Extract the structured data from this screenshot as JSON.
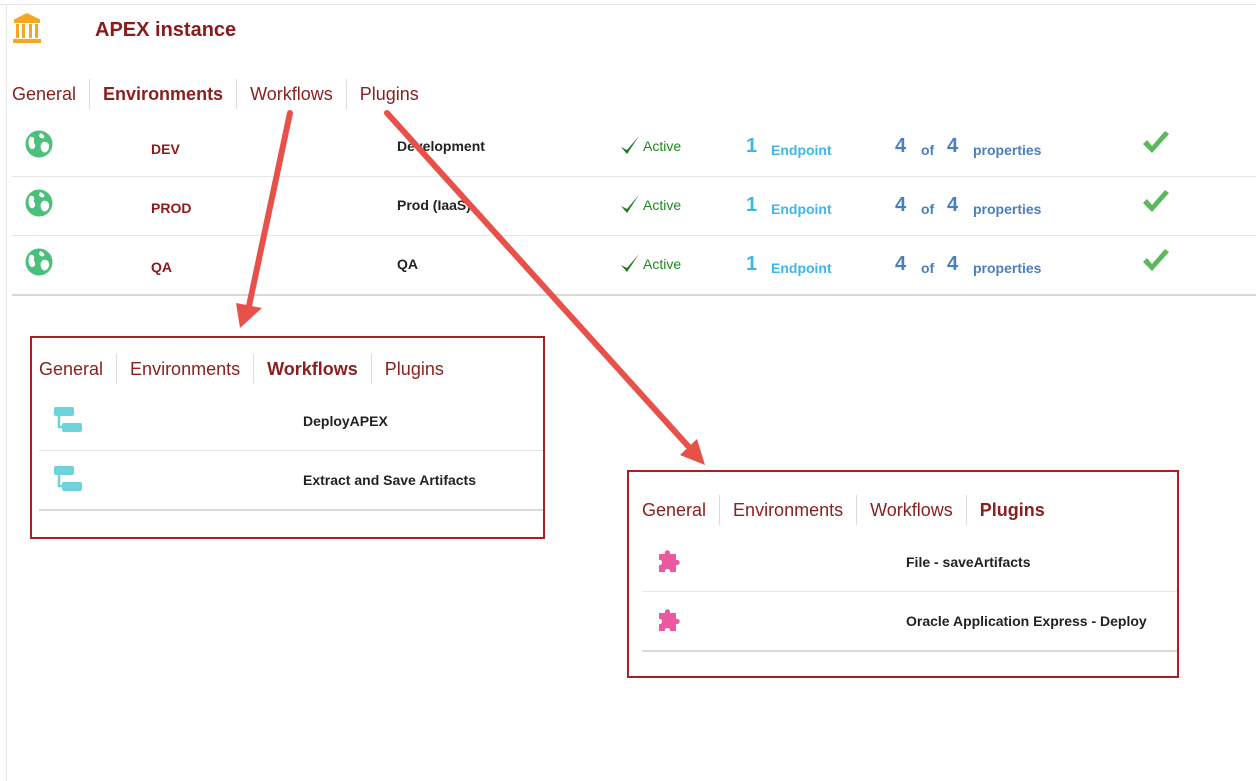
{
  "header": {
    "title": "APEX instance",
    "icon": "bank-building-icon"
  },
  "main_tabs": [
    "General",
    "Environments",
    "Workflows",
    "Plugins"
  ],
  "main_active_tab": "Environments",
  "environments": [
    {
      "name": "DEV",
      "description": "Development",
      "status": "Active",
      "endpoint_count": "1",
      "endpoint_label": "Endpoint",
      "props_configured": "4",
      "props_of": "of",
      "props_total": "4",
      "props_label": "properties"
    },
    {
      "name": "PROD",
      "description": "Prod (IaaS)",
      "status": "Active",
      "endpoint_count": "1",
      "endpoint_label": "Endpoint",
      "props_configured": "4",
      "props_of": "of",
      "props_total": "4",
      "props_label": "properties"
    },
    {
      "name": "QA",
      "description": "QA",
      "status": "Active",
      "endpoint_count": "1",
      "endpoint_label": "Endpoint",
      "props_configured": "4",
      "props_of": "of",
      "props_total": "4",
      "props_label": "properties"
    }
  ],
  "workflows_panel": {
    "tabs": [
      "General",
      "Environments",
      "Workflows",
      "Plugins"
    ],
    "active_tab": "Workflows",
    "items": [
      {
        "name": "DeployAPEX",
        "icon": "workflow-icon"
      },
      {
        "name": "Extract and Save Artifacts",
        "icon": "workflow-icon"
      }
    ]
  },
  "plugins_panel": {
    "tabs": [
      "General",
      "Environments",
      "Workflows",
      "Plugins"
    ],
    "active_tab": "Plugins",
    "items": [
      {
        "name": "File - saveArtifacts",
        "icon": "puzzle-piece-icon"
      },
      {
        "name": "Oracle Application Express - Deploy",
        "icon": "puzzle-piece-icon"
      }
    ]
  },
  "colors": {
    "title": "#8b1a1a",
    "tab": "#8b2020",
    "active_status": "#1f8a1f",
    "endpoint": "#3fb6e6",
    "properties": "#4a7fbf",
    "ok_check": "#5cb85c",
    "callout_border": "#a81f24",
    "arrow": "#e8504a",
    "workflow_icon": "#6fd3dc",
    "plugin_icon": "#e95aa0",
    "globe_icon": "#4bc07a"
  }
}
